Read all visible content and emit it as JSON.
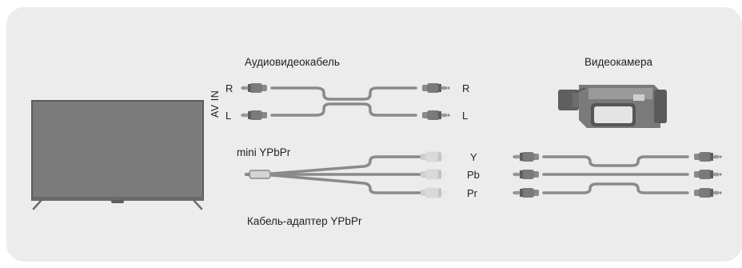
{
  "labels": {
    "av_cable": "Аудиовидеокабель",
    "camcorder": "Видеокамера",
    "av_in": "AV IN",
    "pin_r_left": "R",
    "pin_l_left": "L",
    "pin_r_right": "R",
    "pin_l_right": "L",
    "mini_ypbpr": "mini YPbPr",
    "pin_y": "Y",
    "pin_pb": "Pb",
    "pin_pr": "Pr",
    "adapter_cable": "Кабель-адаптер YPbPr"
  },
  "colors": {
    "panel_bg": "#ececec",
    "cable": "#8a8a8a",
    "plug_dark": "#7a7a7a",
    "plug_light": "#d9d9d9",
    "tv_screen": "#7b7b7b",
    "camcorder_body": "#6f6f6f"
  },
  "icons": [
    "tv-icon",
    "camcorder-icon",
    "rca-plug-icon"
  ]
}
